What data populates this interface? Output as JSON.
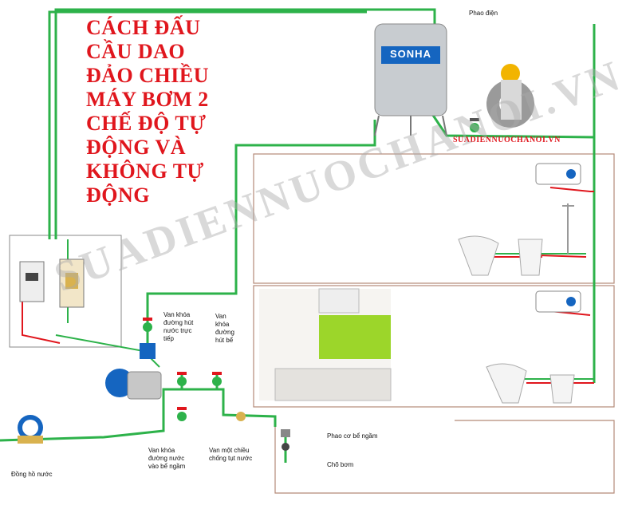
{
  "title": "CÁCH ĐẤU\nCẦU DAO\nĐẢO CHIỀU\nMÁY BƠM 2\nCHẾ ĐỘ TỰ\nĐỘNG VÀ\nKHÔNG TỰ\nĐỘNG",
  "watermark": "SUADIENNUOCHANOI.VN",
  "watermark_small": "SUADIENNUOCHANOI.VN",
  "tank_brand": "SONHA",
  "labels": {
    "phao_dien": "Phao điện",
    "van_hut_truc_tiep": "Van khóa\nđường hút\nnước trực\ntiếp",
    "van_hut_be": "Van\nkhóa\nđường\nhút bể",
    "van_vao_be_ngam": "Van khóa\nđường nước\nvào bể ngầm",
    "van_mot_chieu": "Van một chiều\nchống tụt nước",
    "phao_co_be_ngam": "Phao cơ bể ngầm",
    "cho_bom": "Chõ bơm",
    "dong_ho_nuoc": "Đồng hồ nước"
  },
  "colors": {
    "title_red": "#e0161d",
    "pipe_green": "#2db24a",
    "wire_red": "#e0161d",
    "room_border": "#b48a78",
    "pump_blue": "#1565c0"
  },
  "icons": [
    "water-tank-icon",
    "worker-gear-icon",
    "water-heater-icon",
    "shower-icon",
    "washbasin-icon",
    "toilet-icon",
    "kitchen-icon",
    "pump-icon",
    "circuit-breaker-icon",
    "changeover-switch-icon",
    "valve-icon",
    "water-meter-icon",
    "float-valve-icon"
  ]
}
